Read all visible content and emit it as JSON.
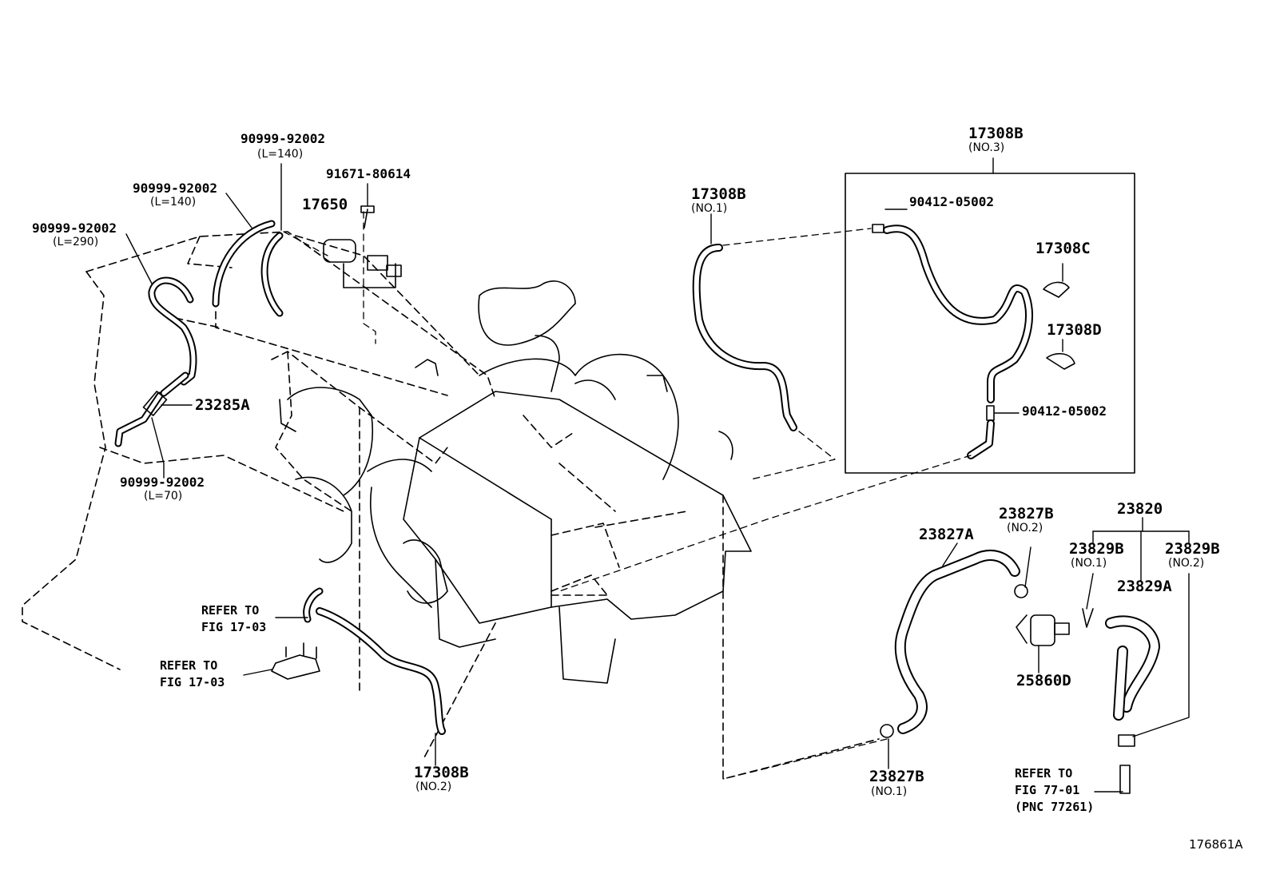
{
  "diagram_id": "176861A",
  "labels": {
    "p1": "90999-92002",
    "p1_sub": "(L=140)",
    "p2": "90999-92002",
    "p2_sub": "(L=140)",
    "p3": "90999-92002",
    "p3_sub": "(L=290)",
    "p4": "91671-80614",
    "p5": "17650",
    "p6": "23285A",
    "p7": "90999-92002",
    "p7_sub": "(L=70)",
    "p8": "17308B",
    "p8_sub": "(NO.1)",
    "p9": "17308B",
    "p9_sub": "(NO.3)",
    "p10": "90412-05002",
    "p11": "17308C",
    "p12": "17308D",
    "p13": "90412-05002",
    "p14": "23820",
    "p15": "23827B",
    "p15_sub": "(NO.2)",
    "p16": "23827A",
    "p17": "23829B",
    "p17_sub": "(NO.1)",
    "p18": "23829B",
    "p18_sub": "(NO.2)",
    "p19": "23829A",
    "p20": "25860D",
    "p21": "17308B",
    "p21_sub": "(NO.2)",
    "p22": "23827B",
    "p22_sub": "(NO.1)"
  },
  "refers": {
    "r1_line1": "REFER TO",
    "r1_line2": "FIG 17-03",
    "r2_line1": "REFER TO",
    "r2_line2": "FIG 17-03",
    "r3_line1": "REFER TO",
    "r3_line2": "FIG 77-01",
    "r3_line3": "(PNC 77261)"
  }
}
